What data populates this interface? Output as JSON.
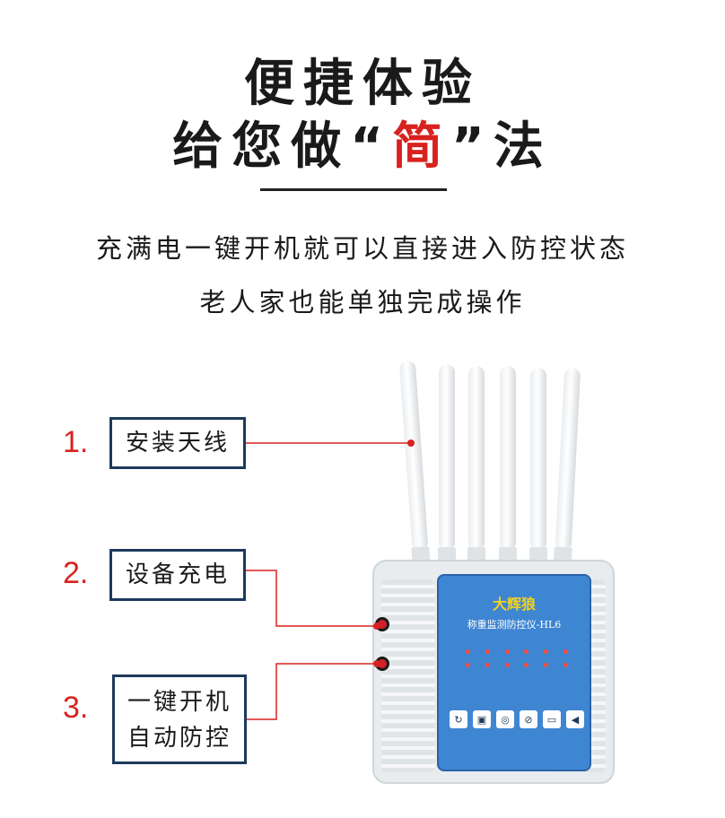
{
  "header": {
    "title_line1": "便捷体验",
    "title_line2_prefix": "给您做",
    "title_line2_open_quote": "“",
    "title_line2_highlight": "简",
    "title_line2_close_quote": "”",
    "title_line2_suffix": "法"
  },
  "subtitle": {
    "line1": "充满电一键开机就可以直接进入防控状态",
    "line2": "老人家也能单独完成操作"
  },
  "steps": [
    {
      "number": "1.",
      "label": "安装天线"
    },
    {
      "number": "2.",
      "label": "设备充电"
    },
    {
      "number": "3.",
      "label_line1": "一键开机",
      "label_line2": "自动防控"
    }
  ],
  "device": {
    "brand": "大辉狼",
    "model": "称重监测防控仪-HL6"
  },
  "colors": {
    "accent_red": "#d8221f",
    "box_border": "#1d3a5c",
    "panel_blue": "#3f86d2"
  }
}
